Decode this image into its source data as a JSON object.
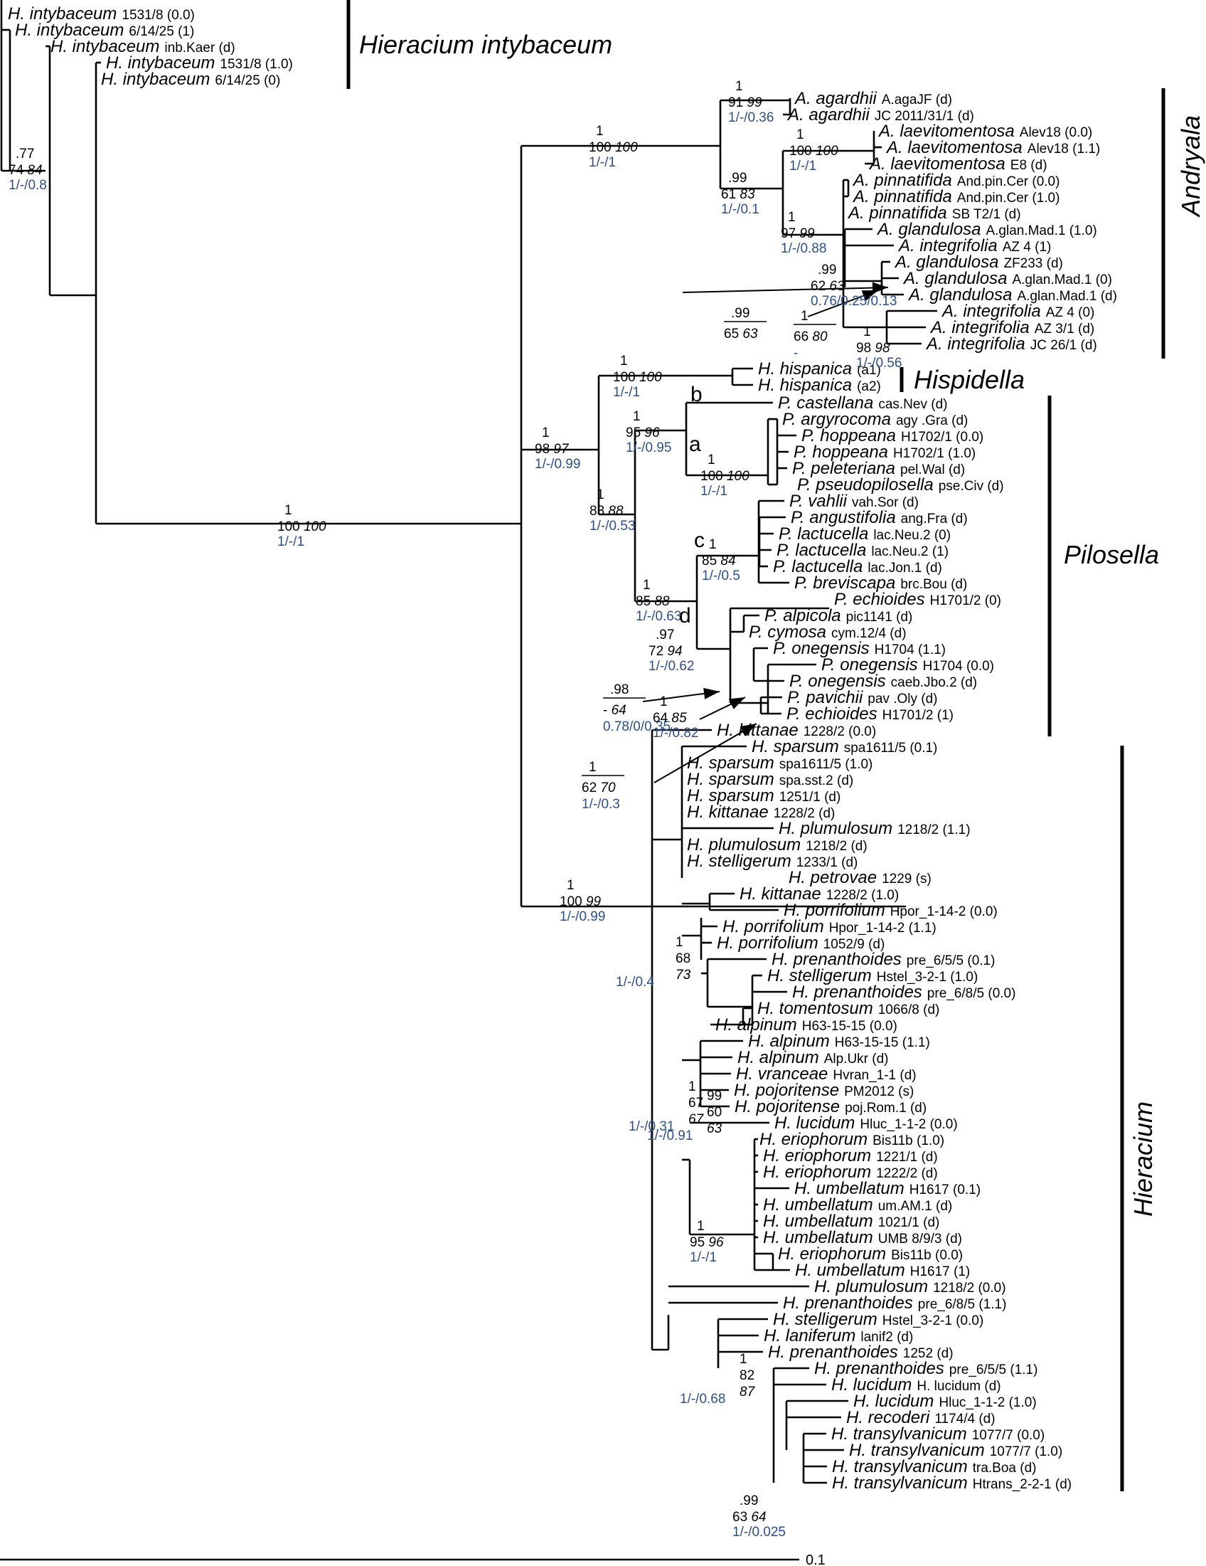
{
  "clades": {
    "intybaceum": "Hieracium intybaceum",
    "andryala": "Andryala",
    "hispidella": "Hispidella",
    "pilosella": "Pilosella",
    "hieracium": "Hieracium"
  },
  "scale_label": "0.1",
  "letters": {
    "a": "a",
    "b": "b",
    "c": "c",
    "d": "d"
  },
  "colors": {
    "support_blue": "#2c4f8a",
    "line": "#000000"
  },
  "tips": [
    {
      "g": "H. intybaceum",
      "a": "1531/8 (0.0)"
    },
    {
      "g": "H. intybaceum",
      "a": "6/14/25 (1)"
    },
    {
      "g": "H. intybaceum",
      "a": "inb.Kaer (d)"
    },
    {
      "g": "H. intybaceum",
      "a": "1531/8 (1.0)"
    },
    {
      "g": "H. intybaceum",
      "a": "6/14/25 (0)"
    },
    {
      "g": "A. agardhii",
      "a": "A.agaJF (d)"
    },
    {
      "g": "A. agardhii",
      "a": "JC 2011/31/1 (d)"
    },
    {
      "g": "A. laevitomentosa",
      "a": "Alev18 (0.0)"
    },
    {
      "g": "A. laevitomentosa",
      "a": "Alev18 (1.1)"
    },
    {
      "g": "A. laevitomentosa",
      "a": "E8 (d)"
    },
    {
      "g": "A. pinnatifida",
      "a": "And.pin.Cer (0.0)"
    },
    {
      "g": "A. pinnatifida",
      "a": "And.pin.Cer (1.0)"
    },
    {
      "g": "A. pinnatifida",
      "a": "SB T2/1 (d)"
    },
    {
      "g": "A. glandulosa",
      "a": "A.glan.Mad.1 (1.0)"
    },
    {
      "g": "A. integrifolia",
      "a": "AZ 4 (1)"
    },
    {
      "g": "A. glandulosa",
      "a": "ZF233 (d)"
    },
    {
      "g": "A. glandulosa",
      "a": "A.glan.Mad.1 (0)"
    },
    {
      "g": "A. glandulosa",
      "a": "A.glan.Mad.1 (d)"
    },
    {
      "g": "A. integrifolia",
      "a": "AZ 4 (0)"
    },
    {
      "g": "A. integrifolia",
      "a": "AZ 3/1 (d)"
    },
    {
      "g": "A. integrifolia",
      "a": "JC 26/1 (d)"
    },
    {
      "g": "H. hispanica",
      "a": "(a1)"
    },
    {
      "g": "H. hispanica",
      "a": "(a2)"
    },
    {
      "g": "P. castellana",
      "a": "cas.Nev (d)"
    },
    {
      "g": "P. argyrocoma",
      "a": "agy .Gra (d)"
    },
    {
      "g": "P. hoppeana",
      "a": "H1702/1 (0.0)"
    },
    {
      "g": "P. hoppeana",
      "a": "H1702/1 (1.0)"
    },
    {
      "g": "P. peleteriana",
      "a": "pel.Wal (d)"
    },
    {
      "g": "P. pseudopilosella",
      "a": "pse.Civ (d)"
    },
    {
      "g": "P. vahlii",
      "a": "vah.Sor (d)"
    },
    {
      "g": "P. angustifolia",
      "a": "ang.Fra (d)"
    },
    {
      "g": "P. lactucella",
      "a": "lac.Neu.2 (0)"
    },
    {
      "g": "P. lactucella",
      "a": "lac.Neu.2 (1)"
    },
    {
      "g": "P. lactucella",
      "a": "lac.Jon.1 (d)"
    },
    {
      "g": "P. breviscapa",
      "a": "brc.Bou (d)"
    },
    {
      "g": "P. echioides",
      "a": "H1701/2 (0)"
    },
    {
      "g": "P. alpicola",
      "a": "pic1141 (d)"
    },
    {
      "g": "P. cymosa",
      "a": "cym.12/4 (d)"
    },
    {
      "g": "P. onegensis",
      "a": "H1704 (1.1)"
    },
    {
      "g": "P. onegensis",
      "a": "H1704 (0.0)"
    },
    {
      "g": "P. onegensis",
      "a": "caeb.Jbo.2 (d)"
    },
    {
      "g": "P. pavichii",
      "a": "pav .Oly (d)"
    },
    {
      "g": "P. echioides",
      "a": "H1701/2 (1)"
    },
    {
      "g": "H. kittanae",
      "a": "1228/2 (0.0)"
    },
    {
      "g": "H. sparsum",
      "a": "spa1611/5 (0.1)"
    },
    {
      "g": "H. sparsum",
      "a": "spa1611/5 (1.0)"
    },
    {
      "g": "H. sparsum",
      "a": "spa.sst.2 (d)"
    },
    {
      "g": "H. sparsum",
      "a": "1251/1 (d)"
    },
    {
      "g": "H. kittanae",
      "a": "1228/2 (d)"
    },
    {
      "g": "H. plumulosum",
      "a": "1218/2 (1.1)"
    },
    {
      "g": "H. plumulosum",
      "a": "1218/2 (d)"
    },
    {
      "g": "H. stelligerum",
      "a": "1233/1 (d)"
    },
    {
      "g": "H. petrovae",
      "a": "1229 (s)"
    },
    {
      "g": "H. kittanae",
      "a": "1228/2 (1.0)"
    },
    {
      "g": "H. porrifolium",
      "a": "Hpor_1-14-2 (0.0)"
    },
    {
      "g": "H. porrifolium",
      "a": "Hpor_1-14-2 (1.1)"
    },
    {
      "g": "H. porrifolium",
      "a": "1052/9 (d)"
    },
    {
      "g": "H. prenanthoides",
      "a": "pre_6/5/5 (0.1)"
    },
    {
      "g": "H. stelligerum",
      "a": "Hstel_3-2-1 (1.0)"
    },
    {
      "g": "H. prenanthoides",
      "a": "pre_6/8/5 (0.0)"
    },
    {
      "g": "H. tomentosum",
      "a": "1066/8 (d)"
    },
    {
      "g": "H. alpinum",
      "a": "H63-15-15 (0.0)"
    },
    {
      "g": "H. alpinum",
      "a": "H63-15-15 (1.1)"
    },
    {
      "g": "H. alpinum",
      "a": "Alp.Ukr (d)"
    },
    {
      "g": "H. vranceae",
      "a": "Hvran_1-1 (d)"
    },
    {
      "g": "H. pojoritense",
      "a": "PM2012 (s)"
    },
    {
      "g": "H. pojoritense",
      "a": "poj.Rom.1 (d)"
    },
    {
      "g": "H. lucidum",
      "a": "Hluc_1-1-2 (0.0)"
    },
    {
      "g": "H. eriophorum",
      "a": "Bis11b (1.0)"
    },
    {
      "g": "H. eriophorum",
      "a": "1221/1 (d)"
    },
    {
      "g": "H. eriophorum",
      "a": "1222/2 (d)"
    },
    {
      "g": "H. umbellatum",
      "a": "H1617 (0.1)"
    },
    {
      "g": "H. umbellatum",
      "a": "um.AM.1 (d)"
    },
    {
      "g": "H. umbellatum",
      "a": "1021/1 (d)"
    },
    {
      "g": "H. umbellatum",
      "a": "UMB 8/9/3 (d)"
    },
    {
      "g": "H. eriophorum",
      "a": "Bis11b (0.0)"
    },
    {
      "g": "H. umbellatum",
      "a": "H1617 (1)"
    },
    {
      "g": "H. plumulosum",
      "a": "1218/2 (0.0)"
    },
    {
      "g": "H. prenanthoides",
      "a": "pre_6/8/5 (1.1)"
    },
    {
      "g": "H. stelligerum",
      "a": "Hstel_3-2-1 (0.0)"
    },
    {
      "g": "H. laniferum",
      "a": "lanif2 (d)"
    },
    {
      "g": "H. prenanthoides",
      "a": "1252 (d)"
    },
    {
      "g": "H. prenanthoides",
      "a": "pre_6/5/5 (1.1)"
    },
    {
      "g": "H. lucidum",
      "a": "H. lucidum (d)"
    },
    {
      "g": "H. lucidum",
      "a": "Hluc_1-1-2 (1.0)"
    },
    {
      "g": "H. recoderi",
      "a": "1174/4 (d)"
    },
    {
      "g": "H. transylvanicum",
      "a": "1077/7 (0.0)"
    },
    {
      "g": "H. transylvanicum",
      "a": "1077/7 (1.0)"
    },
    {
      "g": "H. transylvanicum",
      "a": "tra.Boa (d)"
    },
    {
      "g": "H. transylvanicum",
      "a": "Htrans_2-2-1 (d)"
    }
  ],
  "supports": [
    {
      "pp": ".77",
      "ml": "74",
      "mp": "84",
      "bl": "1/-/0.8"
    },
    {
      "pp": "1",
      "ml": "100",
      "mp": "100",
      "bl": "1/-/1"
    },
    {
      "pp": "1",
      "ml": "100",
      "mp": "100",
      "bl": "1/-/1"
    },
    {
      "pp": "1",
      "ml": "91",
      "mp": "99",
      "bl": "1/-/0.36"
    },
    {
      "pp": ".99",
      "ml": "61",
      "mp": "83",
      "bl": "1/-/0.1"
    },
    {
      "pp": "1",
      "ml": "100",
      "mp": "100",
      "bl": "1/-/1"
    },
    {
      "pp": "1",
      "ml": "97",
      "mp": "99",
      "bl": "1/-/0.88"
    },
    {
      "pp": ".99",
      "ml": "62",
      "mp": "63",
      "bl": "0.76/0.25/0.13"
    },
    {
      "pp": ".99",
      "ml": "65",
      "mp": "63",
      "bl": ""
    },
    {
      "pp": "1",
      "ml": "66",
      "mp": "80",
      "bl": "-"
    },
    {
      "pp": "1",
      "ml": "98",
      "mp": "98",
      "bl": "1/-/0.56"
    },
    {
      "pp": "1",
      "ml": "98",
      "mp": "97",
      "bl": "1/-/0.99"
    },
    {
      "pp": "1",
      "ml": "100",
      "mp": "100",
      "bl": "1/-/1"
    },
    {
      "pp": "1",
      "ml": "83",
      "mp": "88",
      "bl": "1/-/0.53"
    },
    {
      "pp": "1",
      "ml": "95",
      "mp": "96",
      "bl": "1/-/0.95"
    },
    {
      "pp": "1",
      "ml": "100",
      "mp": "100",
      "bl": "1/-/1"
    },
    {
      "pp": "1",
      "ml": "85",
      "mp": "88",
      "bl": "1/-/0.63"
    },
    {
      "pp": "1",
      "ml": "85",
      "mp": "84",
      "bl": "1/-/0.5"
    },
    {
      "pp": ".97",
      "ml": "72",
      "mp": "94",
      "bl": "1/-/0.62"
    },
    {
      "pp": ".98",
      "ml": "-",
      "mp": "64",
      "bl": "0.78/0/0.35"
    },
    {
      "pp": "1",
      "ml": "64",
      "mp": "85",
      "bl": "1/-/0.82"
    },
    {
      "pp": "1",
      "ml": "100",
      "mp": "99",
      "bl": "1/-/0.99"
    },
    {
      "pp": "1",
      "ml": "62",
      "mp": "70",
      "bl": "1/-/0.3"
    },
    {
      "pp": "1",
      "ml": "68",
      "mp": "73",
      "bl": "1/-/0.4"
    },
    {
      "pp": "1",
      "ml": "67",
      "mp": "67",
      "bl": "1/-/0.31"
    },
    {
      "pp": "99",
      "ml": "60",
      "mp": "63",
      "bl": "1/-/0.91"
    },
    {
      "pp": "1",
      "ml": "95",
      "mp": "96",
      "bl": "1/-/1"
    },
    {
      "pp": "1",
      "ml": "82",
      "mp": "87",
      "bl": "1/-/0.68"
    },
    {
      "pp": ".99",
      "ml": "63",
      "mp": "64",
      "bl": "1/-/0.025"
    }
  ]
}
